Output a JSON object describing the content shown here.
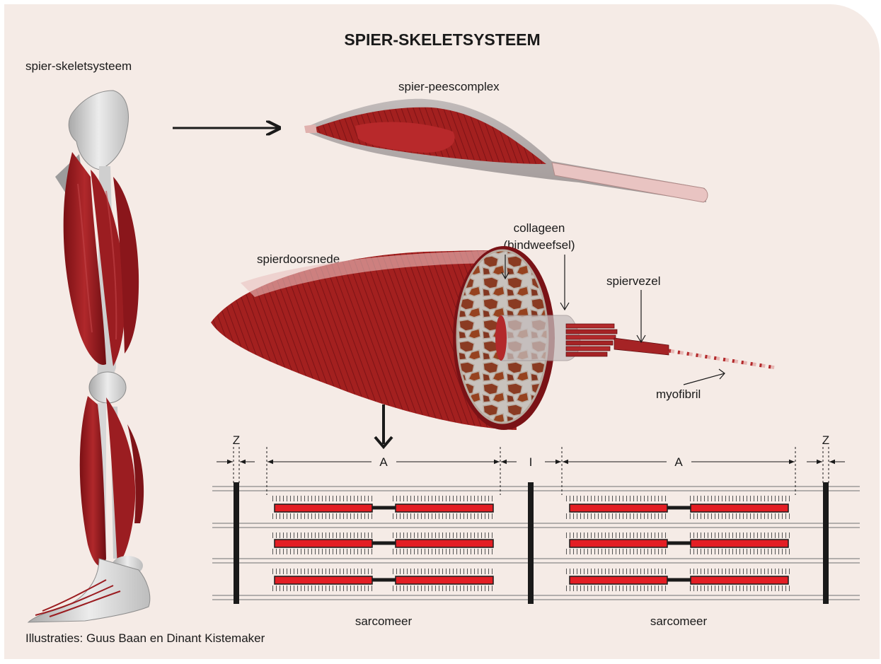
{
  "title": "SPIER-SKELETSYSTEEM",
  "labels": {
    "musculoskeletal": "spier-skeletsysteem",
    "muscle_tendon": "spier-peescomplex",
    "cross_section": "spierdoorsnede",
    "collagen_line1": "collageen",
    "collagen_line2": "(bindweefsel)",
    "fiber": "spiervezel",
    "myofibril": "myofibril"
  },
  "sarcomere": {
    "z_label": "Z",
    "a_label": "A",
    "i_label": "I",
    "caption": "sarcomeer"
  },
  "credit": "Illustraties: Guus Baan en Dinant Kistemaker",
  "colors": {
    "background": "#f5ebe6",
    "muscle": "#9b1f22",
    "myosin": "#e31e24",
    "bone": "#d9d9d9"
  }
}
